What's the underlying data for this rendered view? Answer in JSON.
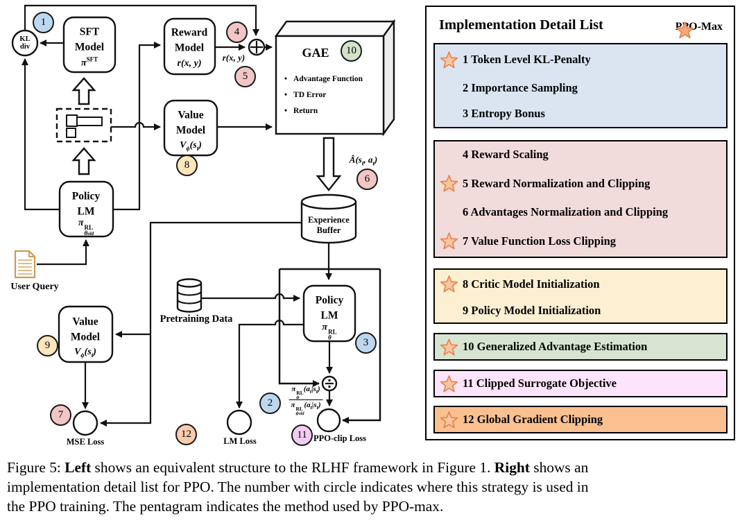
{
  "colors": {
    "star_stroke": "#e8824f",
    "star_fill_legend": "#f5a97a",
    "star_fill_item": "#f9c6a0"
  },
  "diagram": {
    "kl": {
      "l1": "KL",
      "l2": "div"
    },
    "sft": {
      "l1": "SFT",
      "l2": "Model"
    },
    "reward": {
      "l1": "Reward",
      "l2": "Model"
    },
    "value_top": {
      "l1": "Value",
      "l2": "Model"
    },
    "policy_old": {
      "l1": "Policy",
      "l2": "LM"
    },
    "policy_new": {
      "l1": "Policy",
      "l2": "LM"
    },
    "value_bottom": {
      "l1": "Value",
      "l2": "Model"
    },
    "gae": {
      "title": "GAE",
      "bullet": "•",
      "bullets": [
        "Advantage Function",
        "TD Error",
        "Return"
      ]
    },
    "buffer": {
      "l1": "Experience",
      "l2": "Buffer"
    },
    "labels": {
      "r_xy": "r(x, y)",
      "pretraining": "Pretraining Data",
      "user_query": "User Query",
      "mse": "MSE Loss",
      "lm": "LM Loss",
      "ppo": "PPO-clip Loss"
    },
    "math": {
      "pi": "π",
      "sup_sft": "SFT",
      "sup_rl": "RL",
      "sub_theta": "θ",
      "sub_old": "old",
      "sub_phi": "ϕ",
      "V": "V",
      "lp_s": "(s",
      "lp_a": "(a",
      "pipe_s": "|s",
      "sub_t": "t",
      "comma_a": ", a",
      "rp": ")",
      "ahat": "Â"
    },
    "badges": [
      {
        "n": "1",
        "color": "#bdd7ee"
      },
      {
        "n": "2",
        "color": "#bdd7ee"
      },
      {
        "n": "3",
        "color": "#bdd7ee"
      },
      {
        "n": "4",
        "color": "#f2c6c4"
      },
      {
        "n": "5",
        "color": "#f2c6c4"
      },
      {
        "n": "6",
        "color": "#f2c6c4"
      },
      {
        "n": "7",
        "color": "#f2c6c4"
      },
      {
        "n": "8",
        "color": "#fce6bb"
      },
      {
        "n": "9",
        "color": "#fce6bb"
      },
      {
        "n": "10",
        "color": "#d3e2c9"
      },
      {
        "n": "11",
        "color": "#f1cef1"
      },
      {
        "n": "12",
        "color": "#f8cbad"
      }
    ]
  },
  "panel": {
    "title": "Implementation Detail List",
    "legend_label": "PPO-Max",
    "groups": [
      {
        "color": "#dbe5f1",
        "items": [
          {
            "star": true,
            "text": "1 Token Level KL-Penalty"
          },
          {
            "star": false,
            "text": "2 Importance Sampling"
          },
          {
            "star": false,
            "text": "3 Entropy Bonus"
          }
        ]
      },
      {
        "color": "#f2dbdb",
        "items": [
          {
            "star": false,
            "text": "4 Reward Scaling"
          },
          {
            "star": true,
            "text": "5 Reward Normalization and Clipping"
          },
          {
            "star": false,
            "text": "6 Advantages Normalization and Clipping"
          },
          {
            "star": true,
            "text": "7 Value Function Loss Clipping"
          }
        ]
      },
      {
        "color": "#fdf0d2",
        "items": [
          {
            "star": true,
            "text": "8 Critic Model Initialization"
          },
          {
            "star": false,
            "text": "9 Policy Model Initialization"
          }
        ]
      },
      {
        "color": "#d7e4d1",
        "items": [
          {
            "star": true,
            "text": "10 Generalized Advantage Estimation"
          }
        ]
      },
      {
        "color": "#fbe4fc",
        "items": [
          {
            "star": true,
            "text": "11 Clipped Surrogate Objective"
          }
        ]
      },
      {
        "color": "#fac090",
        "items": [
          {
            "star": true,
            "text": "12 Global Gradient Clipping"
          }
        ]
      }
    ]
  },
  "caption": {
    "line1": [
      {
        "t": "Figure 5: ",
        "b": false
      },
      {
        "t": "Left",
        "b": true
      },
      {
        "t": " shows an equivalent structure to the RLHF framework in Figure 1. ",
        "b": false
      },
      {
        "t": "Right",
        "b": true
      },
      {
        "t": " shows an",
        "b": false
      }
    ],
    "line2": "implementation detail list for PPO. The number with circle indicates where this strategy is used in",
    "line3": "the PPO training. The pentagram indicates the method used by PPO-max."
  }
}
